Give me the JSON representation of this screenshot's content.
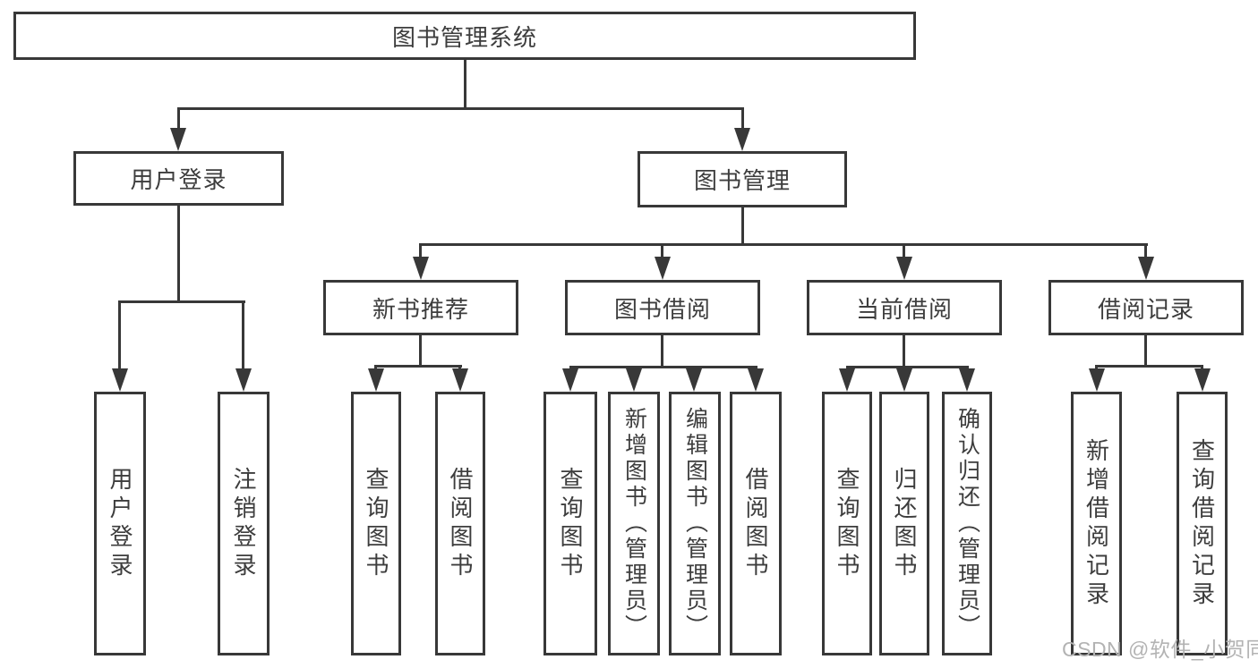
{
  "diagram_type": "function-structure-tree",
  "tree": {
    "label": "图书管理系统",
    "children": [
      {
        "label": "用户登录",
        "children": [
          {
            "label": "用户登录"
          },
          {
            "label": "注销登录"
          }
        ]
      },
      {
        "label": "图书管理",
        "children": [
          {
            "label": "新书推荐",
            "children": [
              {
                "label": "查询图书"
              },
              {
                "label": "借阅图书"
              }
            ]
          },
          {
            "label": "图书借阅",
            "children": [
              {
                "label": "查询图书"
              },
              {
                "label": "新增图书（管理员）"
              },
              {
                "label": "编辑图书（管理员）"
              },
              {
                "label": "借阅图书"
              }
            ]
          },
          {
            "label": "当前借阅",
            "children": [
              {
                "label": "查询图书"
              },
              {
                "label": "归还图书"
              },
              {
                "label": "确认归还（管理员）"
              }
            ]
          },
          {
            "label": "借阅记录",
            "children": [
              {
                "label": "新增借阅记录"
              },
              {
                "label": "查询借阅记录"
              }
            ]
          }
        ]
      }
    ]
  },
  "watermark": {
    "text": "CSDN @软件_小贺同学"
  },
  "colors": {
    "line": "#383838",
    "text": "#3d3d3d",
    "watermark": "#b3b3b3",
    "background": "#ffffff"
  }
}
